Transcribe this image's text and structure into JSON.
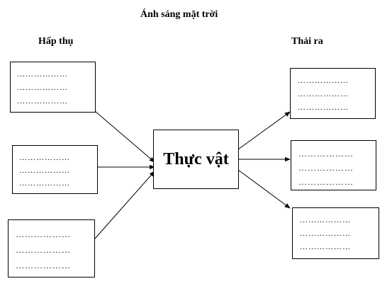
{
  "header": {
    "title": "Ánh sáng mặt trời"
  },
  "left_column": {
    "heading": "Hấp thụ",
    "boxes": [
      {
        "lines": [
          "………………",
          "………………",
          "………………"
        ]
      },
      {
        "lines": [
          "………………",
          "………………",
          "………………"
        ]
      },
      {
        "lines": [
          "………………",
          "………………",
          "………………"
        ]
      }
    ]
  },
  "right_column": {
    "heading": "Thải ra",
    "boxes": [
      {
        "lines": [
          "………………",
          "………………",
          "………………"
        ]
      },
      {
        "lines": [
          "………………",
          "………………",
          "………………"
        ]
      },
      {
        "lines": [
          "………………",
          "………………",
          "………………"
        ]
      }
    ]
  },
  "center": {
    "label": "Thực vật"
  }
}
